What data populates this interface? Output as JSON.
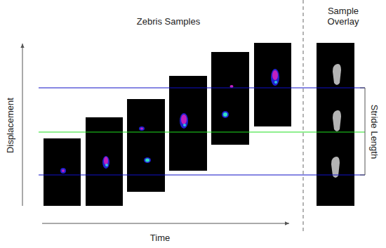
{
  "diagram": {
    "labels": [
      "Zebris Samples",
      "Sample Overlay",
      "Displacement",
      "Time",
      "Stride Length"
    ]
  }
}
